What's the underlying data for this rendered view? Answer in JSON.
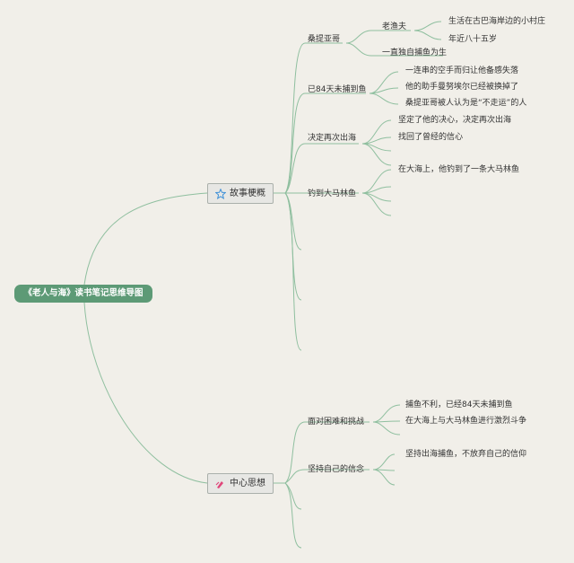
{
  "root": {
    "title": "《老人与海》读书笔记思维导图"
  },
  "topics": [
    {
      "label": "故事梗概",
      "icon": "star-icon",
      "branches": [
        {
          "label": "桑提亚哥",
          "children": [
            {
              "label": "老渔夫",
              "children": [
                "生活在古巴海岸边的小村庄",
                "年近八十五岁"
              ]
            },
            {
              "label": "一直独自捕鱼为生"
            }
          ]
        },
        {
          "label": "已84天未捕到鱼",
          "children": [
            "一连串的空手而归让他备感失落",
            "他的助手曼努埃尔已经被换掉了",
            "桑提亚哥被人认为是“不走运”的人"
          ]
        },
        {
          "label": "决定再次出海",
          "children": [
            "坚定了他的决心，决定再次出海",
            "找回了曾经的信心"
          ]
        },
        {
          "label": "钓到大马林鱼",
          "children": [
            "在大海上，他钓到了一条大马林鱼"
          ]
        }
      ]
    },
    {
      "label": "中心思想",
      "icon": "pen-icon",
      "branches": [
        {
          "label": "面对困难和挑战",
          "children": [
            "捕鱼不利，已经84天未捕到鱼",
            "在大海上与大马林鱼进行激烈斗争"
          ]
        },
        {
          "label": "坚持自己的信念",
          "children": [
            "坚持出海捕鱼，不放弃自己的信仰"
          ]
        }
      ]
    }
  ],
  "colors": {
    "line": "#8fbf9f",
    "root_bg": "#5d9a76",
    "star": "#3c8fd8",
    "pen": "#e0457a"
  }
}
